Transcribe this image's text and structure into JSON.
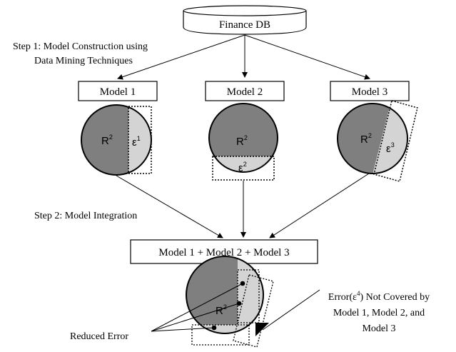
{
  "database": {
    "label": "Finance DB"
  },
  "step1": {
    "line1": "Step 1: Model Construction using",
    "line2": "Data Mining Techniques"
  },
  "models": [
    {
      "label": "Model 1",
      "r2": "R",
      "r2_sup": "2",
      "err": "ε",
      "err_sup": "1"
    },
    {
      "label": "Model 2",
      "r2": "R",
      "r2_sup": "2",
      "err": "ε",
      "err_sup": "2"
    },
    {
      "label": "Model 3",
      "r2": "R",
      "r2_sup": "2",
      "err": "ε",
      "err_sup": "3"
    }
  ],
  "step2": {
    "label": "Step 2: Model Integration"
  },
  "integration": {
    "label": "Model 1 + Model 2 + Model 3",
    "r2": "R",
    "r2_sup": "2"
  },
  "annotations": {
    "reduced_error": "Reduced Error",
    "uncovered_line1_pre": "Error(ε",
    "uncovered_line1_sup": "4",
    "uncovered_line1_post": ") Not Covered by",
    "uncovered_line2": "Model 1, Model 2, and",
    "uncovered_line3": "Model 3"
  },
  "colors": {
    "r2_fill": "#7f7f7f",
    "error_fill": "#d4d4d4",
    "stroke": "#000000",
    "background": "#ffffff"
  }
}
